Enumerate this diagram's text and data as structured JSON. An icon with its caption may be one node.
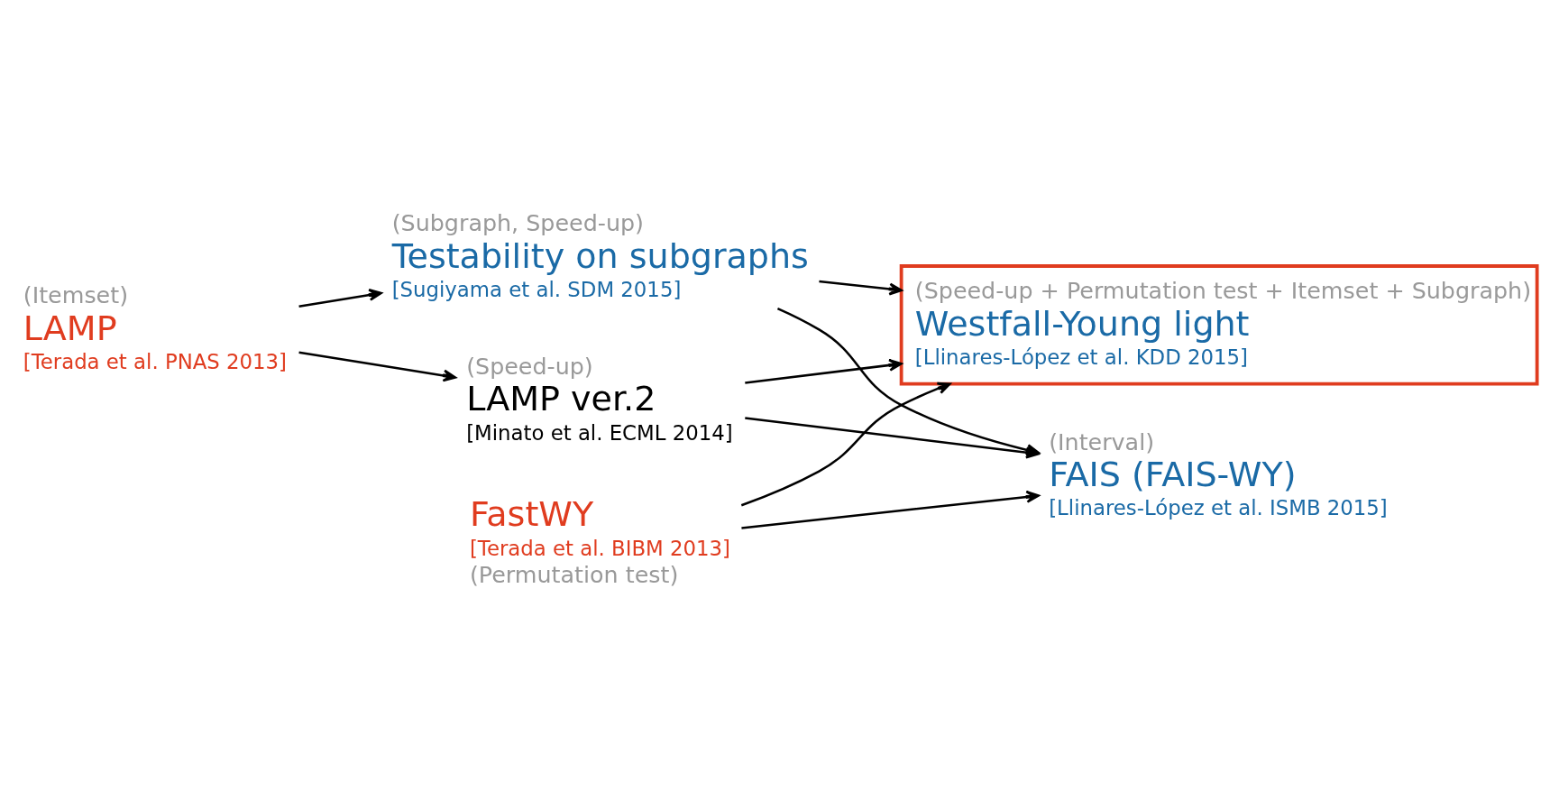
{
  "diagram": {
    "nodes": [
      {
        "text": [
          "(Itemset)",
          "LAMP",
          "[Terada et al. PNAS 2013]"
        ]
      },
      {
        "text": [
          "(Speed-up)",
          "LAMP ver.2",
          "[Minato et al. ECML 2014]"
        ]
      },
      {
        "text": [
          "(Subgraph, Speed-up)",
          "Testability on subgraphs",
          "[Sugiyama et al. SDM 2015]"
        ]
      },
      {
        "text": [
          "FastWY",
          "[Terada et al. BIBM 2013]",
          "(Permutation test)"
        ]
      },
      {
        "text": [
          "(Speed-up + Permutation test + Itemset + Subgraph)",
          "Westfall-Young light",
          "[Llinares-López et al. KDD 2015]"
        ]
      },
      {
        "text": [
          "(Interval)",
          "FAIS (FAIS-WY)",
          "[Llinares-López et al. ISMB 2015]"
        ]
      }
    ],
    "edges": [
      {
        "from": 0,
        "to": 1,
        "arrow": "to"
      },
      {
        "from": 0,
        "to": 2,
        "arrow": "to"
      },
      {
        "from": 1,
        "to": 4,
        "arrow": "to"
      },
      {
        "from": 2,
        "to": 4,
        "arrow": "to"
      },
      {
        "from": 3,
        "to": 4,
        "arrow": "to"
      },
      {
        "from": 1,
        "to": 5,
        "arrow": "to"
      },
      {
        "from": 2,
        "to": 5,
        "arrow": "to"
      },
      {
        "from": 3,
        "to": 5,
        "arrow": "to"
      }
    ]
  }
}
